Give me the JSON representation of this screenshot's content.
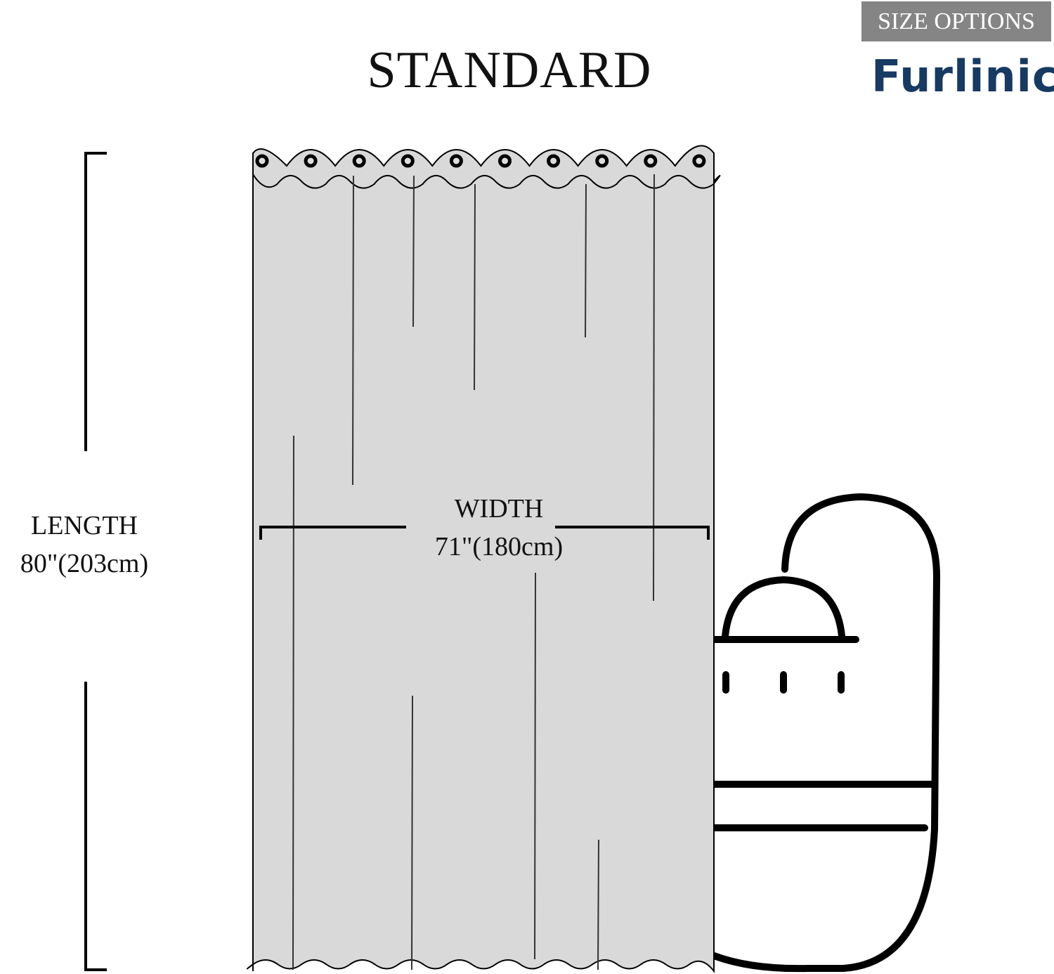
{
  "title": "STANDARD",
  "badge": "SIZE OPTIONS",
  "brand": {
    "name": "Furlinic",
    "primary_color": "#173a63",
    "accent_color": "#e8873a"
  },
  "length": {
    "label": "LENGTH",
    "value": "80\"(203cm)"
  },
  "width": {
    "label": "WIDTH",
    "value": "71\"(180cm)"
  },
  "colors": {
    "curtain": "#d9d9d9",
    "outline": "#000000"
  }
}
